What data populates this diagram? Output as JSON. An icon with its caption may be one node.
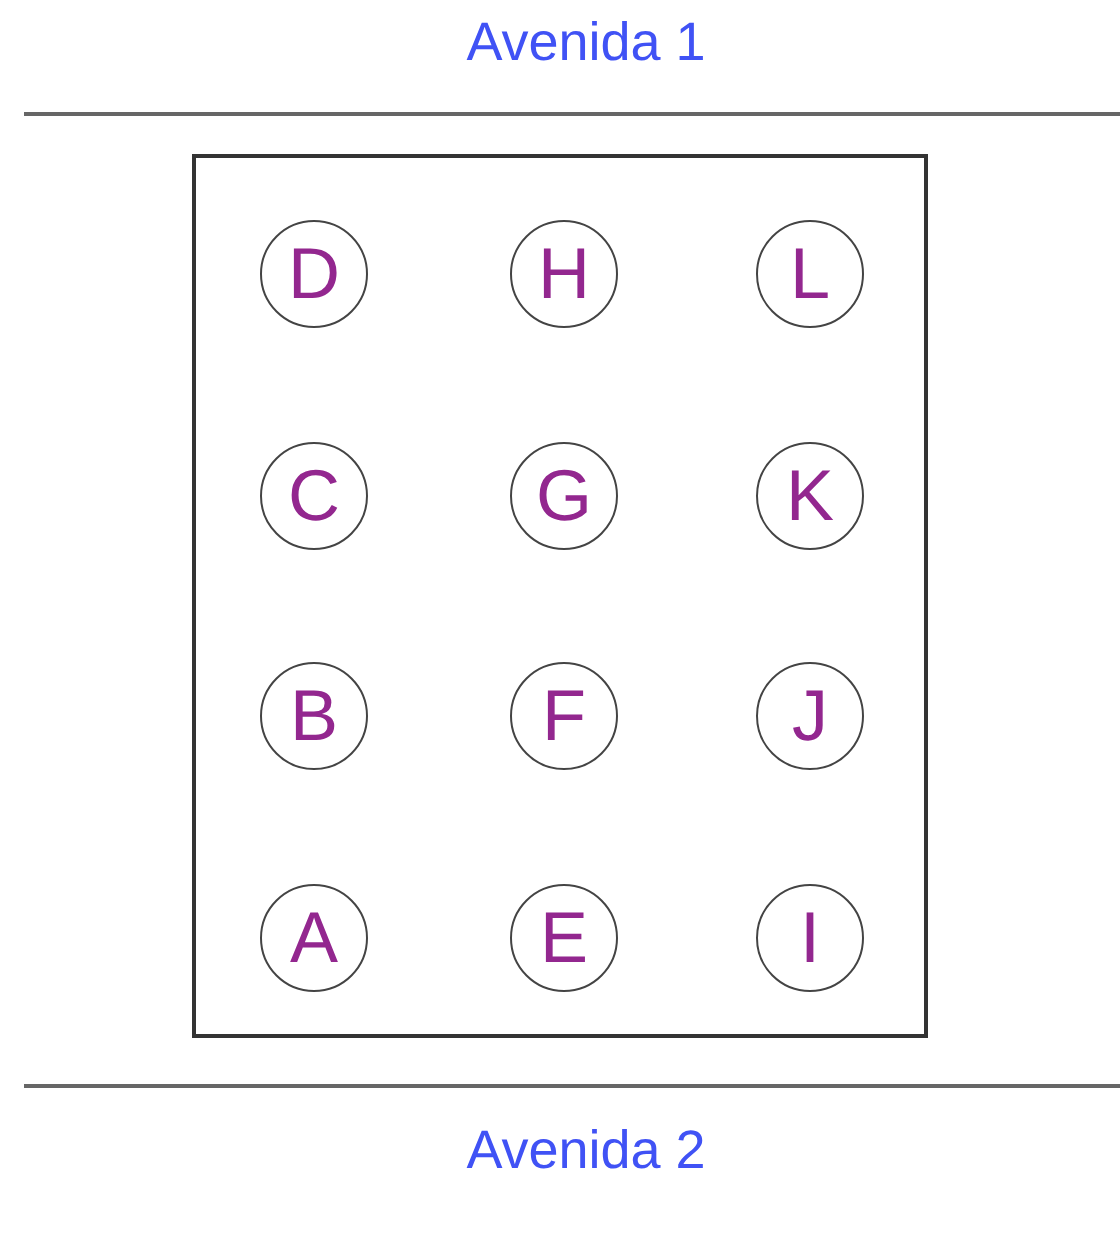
{
  "diagram": {
    "nodes": [
      {
        "text": [],
        "shape": "box"
      },
      {
        "text": [
          "D"
        ],
        "in": 0
      },
      {
        "text": [
          "H"
        ],
        "in": 0
      },
      {
        "text": [
          "L"
        ],
        "in": 0
      },
      {
        "text": [
          "C"
        ],
        "in": 0
      },
      {
        "text": [
          "G"
        ],
        "in": 0
      },
      {
        "text": [
          "K"
        ],
        "in": 0
      },
      {
        "text": [
          "B"
        ],
        "in": 0
      },
      {
        "text": [
          "F"
        ],
        "in": 0
      },
      {
        "text": [
          "J"
        ],
        "in": 0
      },
      {
        "text": [
          "A"
        ],
        "in": 0
      },
      {
        "text": [
          "E"
        ],
        "in": 0
      },
      {
        "text": [
          "I"
        ],
        "in": 0
      }
    ],
    "edges": [],
    "labels": [
      "Avenida 1",
      "Avenida 2"
    ]
  }
}
